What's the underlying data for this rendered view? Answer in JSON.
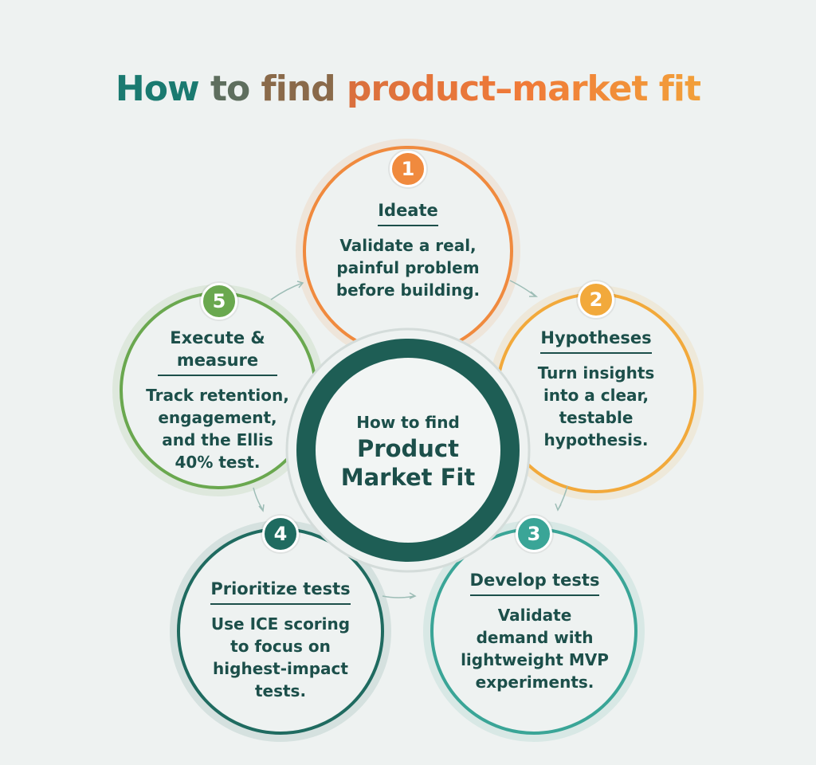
{
  "title": {
    "part1": "How",
    "part2": "to",
    "part3": "find",
    "part4": "product–market fit"
  },
  "center": {
    "subtitle": "How to find",
    "line1": "Product",
    "line2": "Market Fit"
  },
  "colors": {
    "step1": "#f08a3e",
    "step2": "#f2a93b",
    "step3": "#3aa597",
    "step4": "#1f6b60",
    "step5": "#6aa84f",
    "center": "#1e5e55",
    "text": "#1c4f4a",
    "background": "#eef2f1"
  },
  "steps": [
    {
      "number": "1",
      "title": "Ideate",
      "description": "Validate a real, painful problem before building."
    },
    {
      "number": "2",
      "title": "Hypotheses",
      "description": "Turn insights into a clear, testable hypothesis."
    },
    {
      "number": "3",
      "title": "Develop tests",
      "description": "Validate demand with lightweight MVP experiments."
    },
    {
      "number": "4",
      "title": "Prioritize tests",
      "description": "Use ICE scoring to focus on highest-impact tests."
    },
    {
      "number": "5",
      "title": "Execute & measure",
      "description": "Track retention, engagement, and the Ellis 40% test."
    }
  ]
}
